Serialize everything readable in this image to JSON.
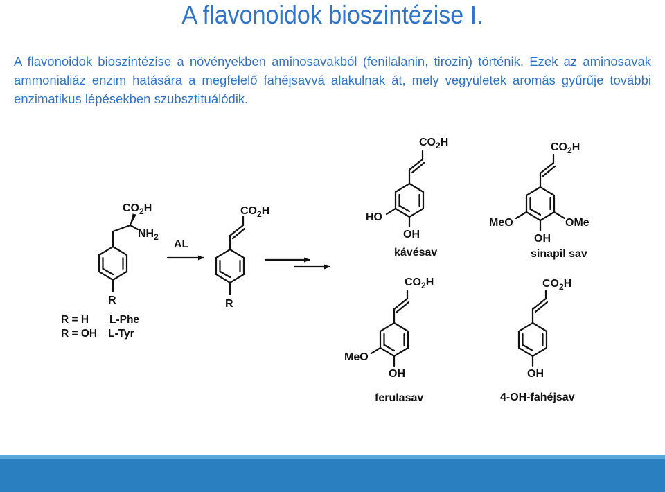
{
  "slide": {
    "title": "A flavonoidok bioszintézise I.",
    "intro": "A flavonoidok bioszintézise a növényekben aminosavakból (fenilalanin, tirozin) történik. Ezek az aminosavak ammonialiáz enzim hatására a megfelelő fahéjsavvá alakulnak át, mely vegyületek aromás gyűrűje további enzimatikus lépésekben szubsztituálódik."
  },
  "scheme": {
    "aminoacid": {
      "co2h": "CO2H",
      "nh2": "NH2",
      "r": "R",
      "legend": [
        {
          "r": "R = H",
          "name": "L-Phe"
        },
        {
          "r": "R = OH",
          "name": "L-Tyr"
        }
      ]
    },
    "enzyme_label": "AL",
    "cinnamic_generic": {
      "co2h": "CO2H",
      "r": "R"
    },
    "products": {
      "caffeic": {
        "co2h": "CO2H",
        "oh_meta": "HO",
        "oh_para": "OH",
        "name": "kávésav"
      },
      "sinapic": {
        "co2h": "CO2H",
        "ome_left": "MeO",
        "ome_right": "OMe",
        "oh_para": "OH",
        "name": "sinapil sav"
      },
      "ferulic": {
        "co2h": "CO2H",
        "ome": "MeO",
        "oh_para": "OH",
        "name": "ferulasav"
      },
      "coumaric": {
        "co2h": "CO2H",
        "oh_para": "OH",
        "name": "4-OH-fahéjsav"
      }
    }
  }
}
